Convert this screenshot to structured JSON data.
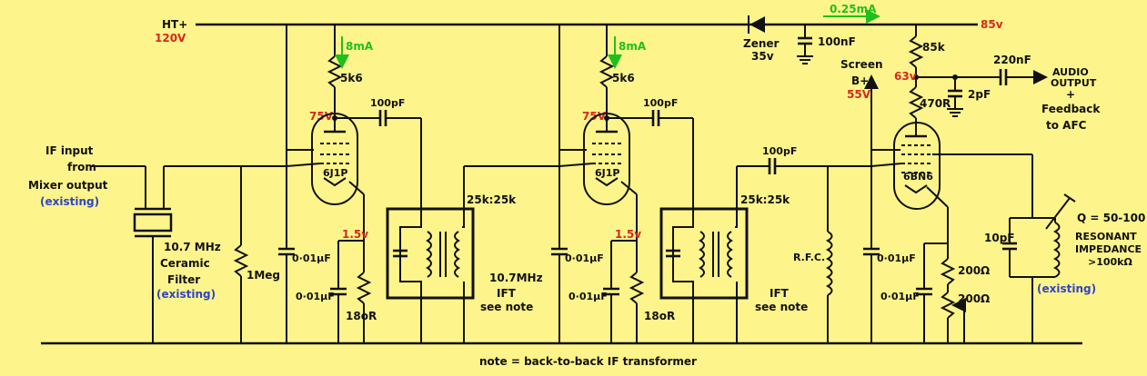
{
  "labels": {
    "ht_plus": "HT+",
    "ht_volt": "120V",
    "current_right": "0.25mA",
    "out_volt": "85v",
    "zener": "Zener",
    "zener_volt": "35v",
    "c_100nF": "100nF",
    "if_in_1": "IF input",
    "if_in_2": "from",
    "if_in_3": "Mixer output",
    "if_in_4": "(existing)",
    "filter_1": "10.7 MHz",
    "filter_2": "Ceramic",
    "filter_3": "Filter",
    "filter_4": "(existing)",
    "r_1meg": "1Meg",
    "cur_8mA_1": "8mA",
    "r_5k6_1": "5k6",
    "v75_1": "75V",
    "c100p_1": "100pF",
    "tube1": "6J1P",
    "v15_1": "1.5v",
    "c001a": "0·01µF",
    "c001b": "0·01µF",
    "r_180_1": "18oR",
    "ift1_ratio": "25k:25k",
    "ift1_freq": "10.7MHz",
    "ift1_name": "IFT",
    "ift1_note": "see note",
    "cur_8mA_2": "8mA",
    "r_5k6_2": "5k6",
    "v75_2": "75V",
    "c100p_2": "100pF",
    "tube2": "6J1P",
    "v15_2": "1.5v",
    "c001c": "0·01µF",
    "c001d": "0·01µF",
    "r_180_2": "18oR",
    "ift2_ratio": "25k:25k",
    "ift2_name": "IFT",
    "ift2_note": "see note",
    "c100p_3": "100pF",
    "rfc": "R.F.C.",
    "screen": "Screen",
    "bplus": "B+",
    "v55": "55V",
    "r_85k": "85k",
    "v63": "63v",
    "c_220nF": "220nF",
    "c_2pF": "2pF",
    "r_470": "470R",
    "audio_1": "AUDIO",
    "audio_2": "OUTPUT",
    "audio_3": "+",
    "fb_1": "Feedback",
    "fb_2": "to AFC",
    "tube3": "6BN6",
    "c001e": "0·01µF",
    "c001f": "0·01µF",
    "r_200a": "200Ω",
    "r_200b": "200Ω",
    "c_10pF": "10pF",
    "q": "Q = 50-100",
    "res_1": "RESONANT",
    "res_2": "IMPEDANCE",
    "res_3": ">100kΩ",
    "existing_tank": "(existing)",
    "note": "note = back-to-back IF transformer"
  }
}
